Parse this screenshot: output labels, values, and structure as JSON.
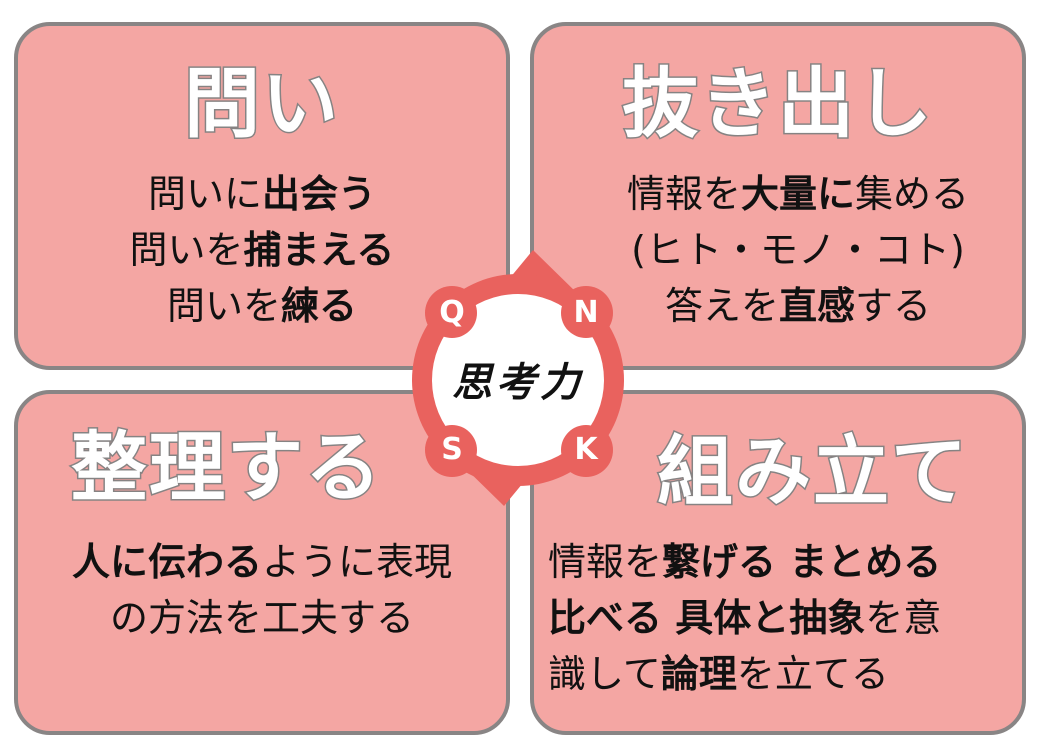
{
  "colors": {
    "box_fill": "#f4a6a3",
    "box_border": "#898585",
    "ring": "#e9625e",
    "center_fill": "#ffffff",
    "text": "#111111"
  },
  "center": {
    "label": "思考力",
    "badges": [
      {
        "letter": "Q",
        "position": "top-left"
      },
      {
        "letter": "N",
        "position": "top-right"
      },
      {
        "letter": "S",
        "position": "bottom-left"
      },
      {
        "letter": "K",
        "position": "bottom-right"
      }
    ]
  },
  "quadrants": {
    "toi": {
      "title": "問い",
      "lines": [
        [
          {
            "t": "問いに",
            "b": false
          },
          {
            "t": "出会う",
            "b": true
          }
        ],
        [
          {
            "t": "問いを",
            "b": false
          },
          {
            "t": "捕まえる",
            "b": true
          }
        ],
        [
          {
            "t": "問いを",
            "b": false
          },
          {
            "t": "練る",
            "b": true
          }
        ]
      ]
    },
    "nukidashi": {
      "title": "抜き出し",
      "lines": [
        [
          {
            "t": "情報を",
            "b": false
          },
          {
            "t": "大量に",
            "b": true
          },
          {
            "t": "集める",
            "b": false
          }
        ],
        [
          {
            "t": "(ヒト・モノ・コト)",
            "b": false
          }
        ],
        [
          {
            "t": "答えを",
            "b": false
          },
          {
            "t": "直感",
            "b": true
          },
          {
            "t": "する",
            "b": false
          }
        ]
      ]
    },
    "seiri": {
      "title": "整理する",
      "lines": [
        [
          {
            "t": "人に伝わる",
            "b": true
          },
          {
            "t": "ように表現",
            "b": false
          }
        ],
        [
          {
            "t": "の方法を工夫する",
            "b": false
          }
        ]
      ]
    },
    "kumitate": {
      "title": "組み立て",
      "lines": [
        [
          {
            "t": "情報を",
            "b": false
          },
          {
            "t": "繋げる まとめる",
            "b": true
          }
        ],
        [
          {
            "t": "比べる 具体と抽象",
            "b": true
          },
          {
            "t": "を意",
            "b": false
          }
        ],
        [
          {
            "t": "識して",
            "b": false
          },
          {
            "t": "論理",
            "b": true
          },
          {
            "t": "を立てる",
            "b": false
          }
        ]
      ]
    }
  }
}
